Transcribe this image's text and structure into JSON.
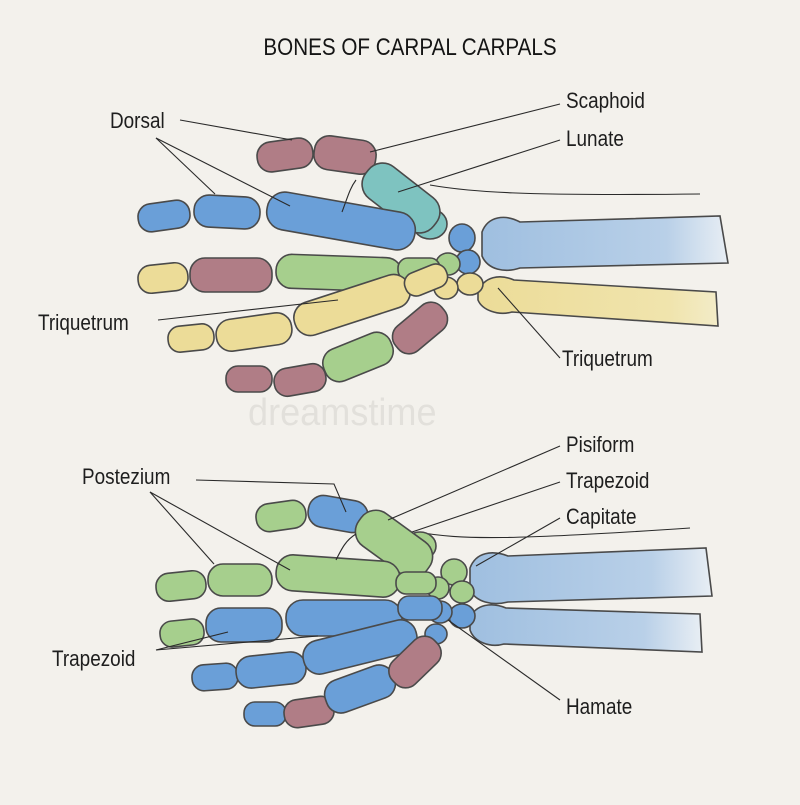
{
  "title": "BONES OF CARPAL CARPALS",
  "watermark": "dreamstime",
  "colors": {
    "background": "#f3f1ec",
    "blue": "#6a9fd8",
    "green": "#a6cf8d",
    "mauve": "#b07d86",
    "yellow": "#ecdc98",
    "teal": "#7ec3c0",
    "forearm_blue": "#9fbfe0"
  },
  "upper_diagram": {
    "labels": {
      "dorsal": "Dorsal",
      "scaphoid": "Scaphoid",
      "lunate": "Lunate",
      "triquetrum_left": "Triquetrum",
      "triquetrum_right": "Triquetrum"
    }
  },
  "lower_diagram": {
    "labels": {
      "postezium": "Postezium",
      "pisiform": "Pisiform",
      "trapezoid_top": "Trapezoid",
      "capitate": "Capitate",
      "trapezoid_left": "Trapezoid",
      "hamate": "Hamate"
    }
  }
}
